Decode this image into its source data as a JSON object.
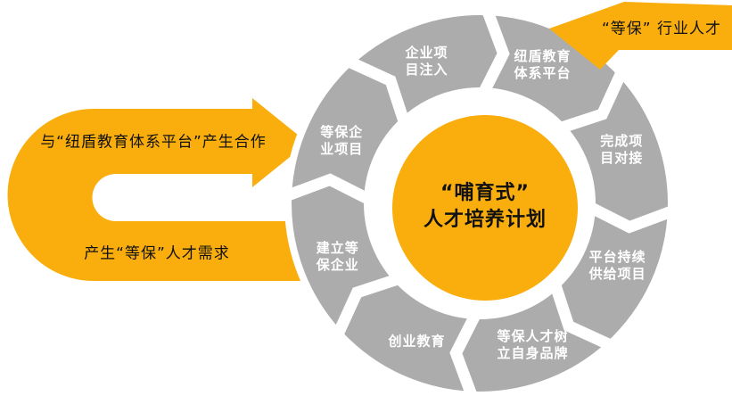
{
  "diagram": {
    "title_semantics": "talent-cultivation-cycle",
    "left_loop": {
      "top_text": "与“纽盾教育体系平台”产生合作",
      "bottom_text": "产生“等保”人才需求"
    },
    "right_arrow": {
      "text": "“等保” 行业人才"
    },
    "center": {
      "lines": [
        "“哺育式”",
        "人才培养计划"
      ]
    },
    "ring": {
      "segments": [
        {
          "lines": [
            "纽盾教育",
            "体系平台"
          ]
        },
        {
          "lines": [
            "完成项",
            "目对接"
          ]
        },
        {
          "lines": [
            "平台持续",
            "供给项目"
          ]
        },
        {
          "lines": [
            "等保人才树",
            "立自身品牌"
          ]
        },
        {
          "lines": [
            "创业教育"
          ]
        },
        {
          "lines": [
            "建立等",
            "保企业"
          ]
        },
        {
          "lines": [
            "等保企",
            "业项目"
          ]
        },
        {
          "lines": [
            "企业项",
            "目注入"
          ]
        }
      ]
    },
    "colors": {
      "accent_yellow": "#F9AE0D",
      "ring_gray": "#ACACAC",
      "text_on_gray": "#FFFFFF",
      "text_dark": "#111111",
      "background": "#FFFFFF"
    }
  }
}
